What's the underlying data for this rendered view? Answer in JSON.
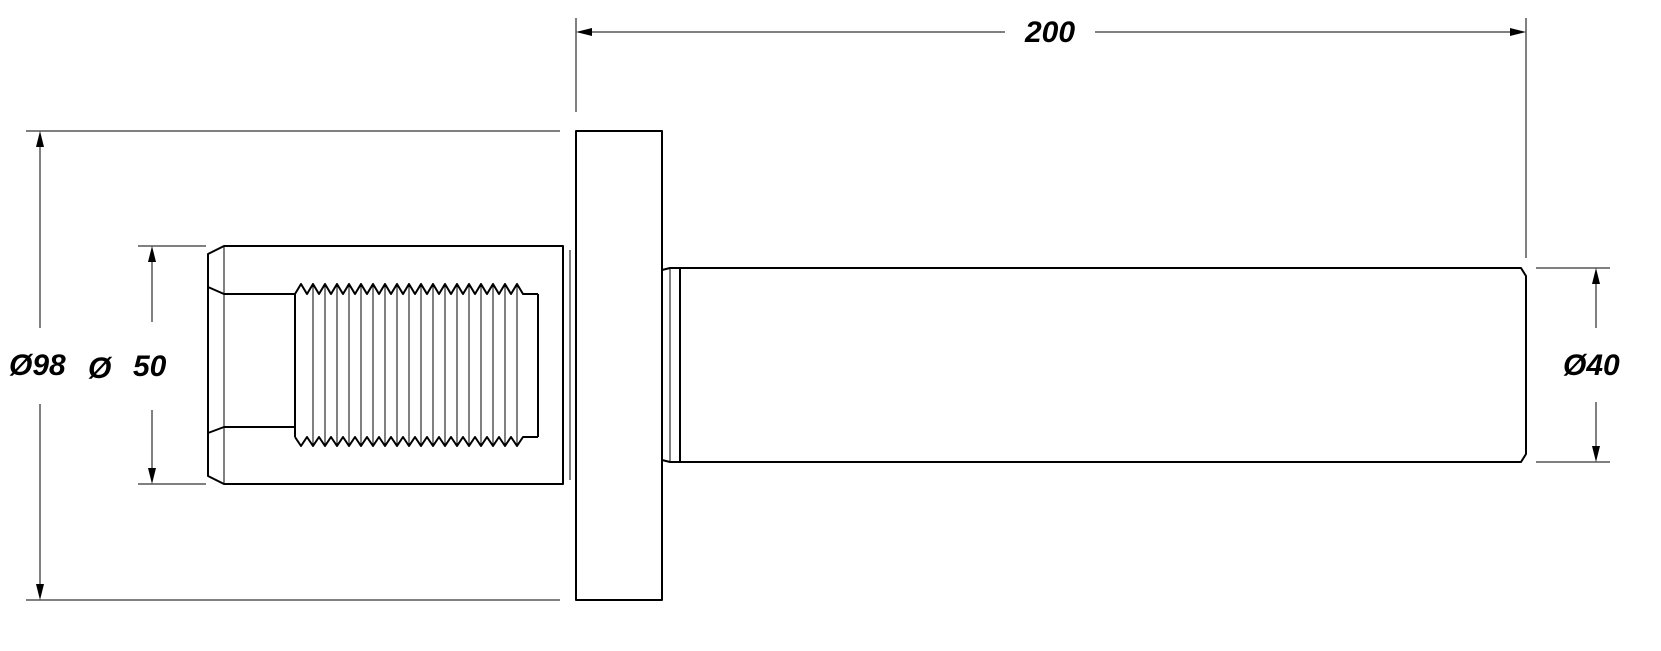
{
  "drawing": {
    "dimensions": {
      "overall_length": "200",
      "flange_diameter": "Ø98",
      "thread_diameter_symbol": "Ø",
      "thread_diameter_value": "50",
      "shaft_diameter": "Ø40"
    },
    "colors": {
      "line": "#000000",
      "background": "#ffffff"
    }
  }
}
